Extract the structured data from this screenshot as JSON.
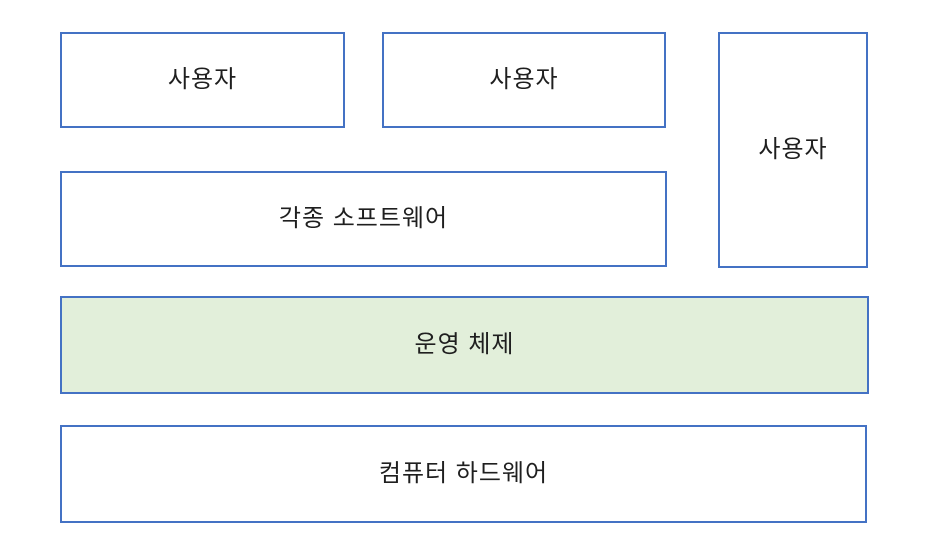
{
  "diagram": {
    "description_labels": {
      "user": "사용자",
      "software": "각종 소프트웨어",
      "os": "운영 체제",
      "hardware": "컴퓨터 하드웨어"
    },
    "boxes": [
      {
        "id": "user-1",
        "label": "사용자",
        "fill": "#ffffff"
      },
      {
        "id": "user-2",
        "label": "사용자",
        "fill": "#ffffff"
      },
      {
        "id": "user-3",
        "label": "사용자",
        "fill": "#ffffff"
      },
      {
        "id": "software",
        "label": "각종 소프트웨어",
        "fill": "#ffffff"
      },
      {
        "id": "os",
        "label": "운영 체제",
        "fill": "#e2efda"
      },
      {
        "id": "hardware",
        "label": "컴퓨터 하드웨어",
        "fill": "#ffffff"
      }
    ],
    "colors": {
      "border": "#4472c4",
      "os_layer_fill": "#e2efda",
      "box_fill": "#ffffff",
      "text": "#1f1f1f",
      "background": "#ffffff"
    }
  }
}
